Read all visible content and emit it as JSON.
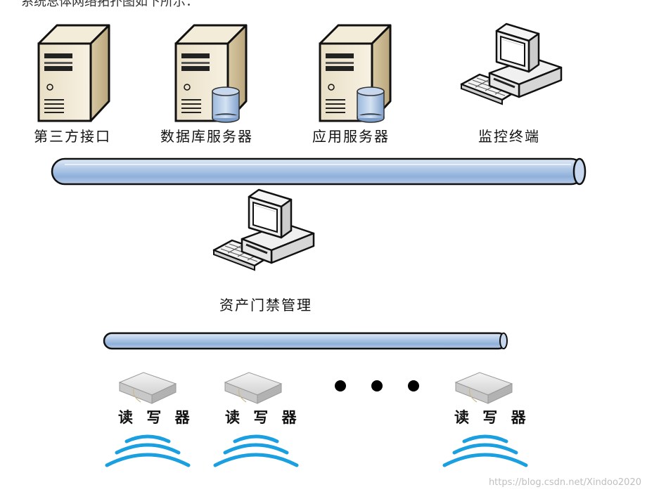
{
  "header": {
    "caption": "系统总体网络拓扑图如下所示："
  },
  "nodes": {
    "third_party": {
      "label": "第三方接口"
    },
    "db_server": {
      "label": "数据库服务器"
    },
    "app_server": {
      "label": "应用服务器"
    },
    "monitor": {
      "label": "监控终端"
    },
    "access_mgmt": {
      "label": "资产门禁管理"
    }
  },
  "readers": [
    {
      "label": "读 写 器"
    },
    {
      "label": "读 写 器"
    },
    {
      "label": "读 写 器"
    }
  ],
  "watermark": "https://blog.csdn.net/Xindoo2020",
  "colors": {
    "bus_fill": "#a9c3e6",
    "bus_outline": "#111111",
    "wave": "#1a9fe0",
    "server_body": "#efe5cf"
  },
  "icons": [
    "server-icon",
    "database-icon",
    "workstation-icon",
    "rfid-reader-icon",
    "wireless-wave-icon"
  ]
}
